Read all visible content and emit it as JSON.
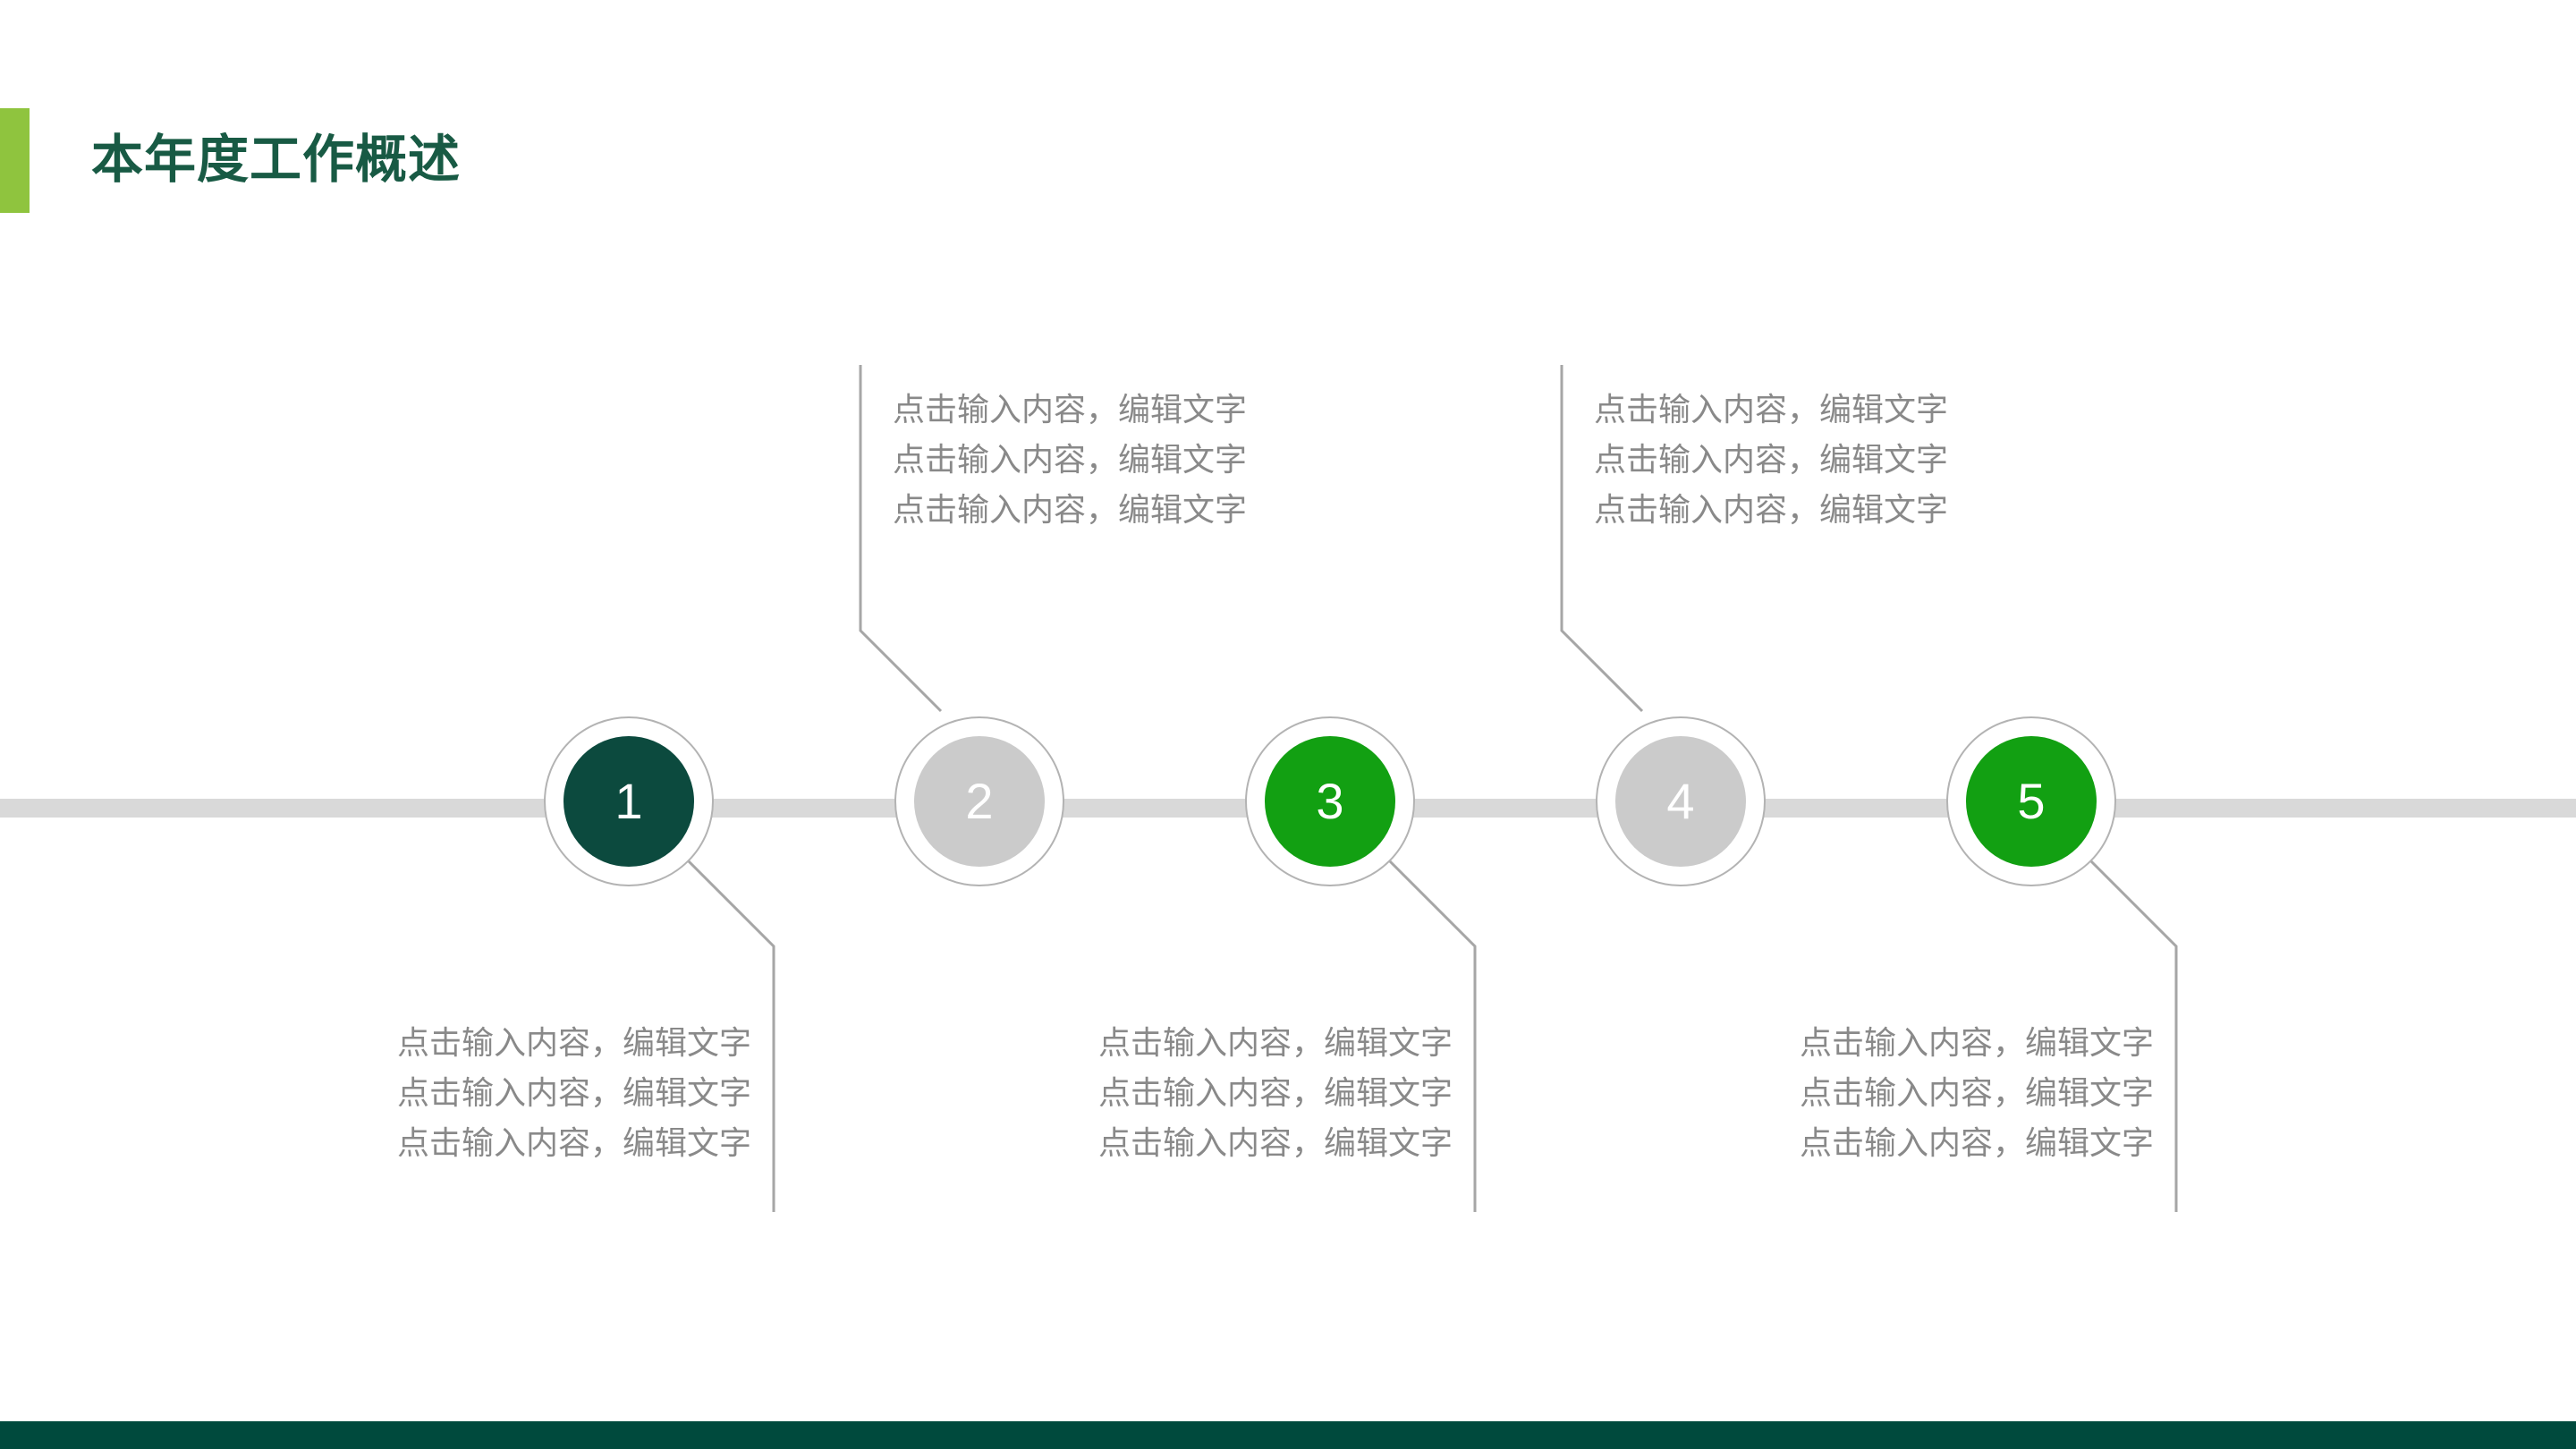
{
  "slide": {
    "title": "本年度工作概述",
    "colors": {
      "accent_bar": "#8fc43e",
      "title_text": "#185a44",
      "track": "#d9d9d9",
      "ring_border": "#b3b3b3",
      "step_dark": "#0c4a3e",
      "step_inactive": "#cbcbcb",
      "step_active": "#12a012",
      "connector": "#a6a6a6",
      "body_text": "#898989",
      "footer_bar": "#004a3d"
    }
  },
  "timeline": {
    "steps": [
      {
        "number": "1",
        "state": "dark"
      },
      {
        "number": "2",
        "state": "inactive"
      },
      {
        "number": "3",
        "state": "active"
      },
      {
        "number": "4",
        "state": "inactive"
      },
      {
        "number": "5",
        "state": "active"
      }
    ]
  },
  "blocks": [
    {
      "step": "1",
      "position": "below",
      "lines": [
        "点击输入内容，编辑文字",
        "点击输入内容，编辑文字",
        "点击输入内容，编辑文字"
      ]
    },
    {
      "step": "2",
      "position": "above",
      "lines": [
        "点击输入内容，编辑文字",
        "点击输入内容，编辑文字",
        "点击输入内容，编辑文字"
      ]
    },
    {
      "step": "3",
      "position": "below",
      "lines": [
        "点击输入内容，编辑文字",
        "点击输入内容，编辑文字",
        "点击输入内容，编辑文字"
      ]
    },
    {
      "step": "4",
      "position": "above",
      "lines": [
        "点击输入内容，编辑文字",
        "点击输入内容，编辑文字",
        "点击输入内容，编辑文字"
      ]
    },
    {
      "step": "5",
      "position": "below",
      "lines": [
        "点击输入内容，编辑文字",
        "点击输入内容，编辑文字",
        "点击输入内容，编辑文字"
      ]
    }
  ]
}
